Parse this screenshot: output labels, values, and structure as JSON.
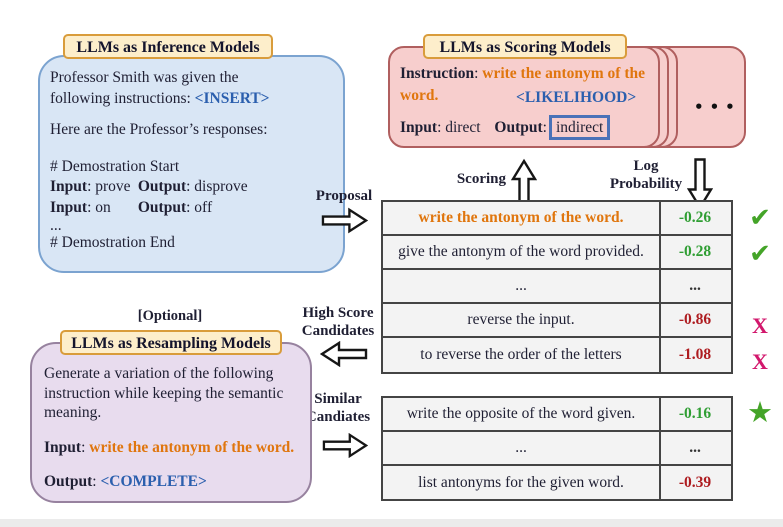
{
  "palette": {
    "accent_orange": "#e0760e",
    "token_blue": "#2b5fae",
    "good_green": "#2f9e33",
    "bad_red": "#ae1c20",
    "cross_crimson": "#d2176c",
    "inference_fill": "#d9e6f5",
    "scoring_fill": "#f7cecd",
    "resampling_fill": "#e8dcee",
    "badge_fill": "#fdeecb"
  },
  "inference": {
    "badge": "LLMs as Inference Models",
    "line1": "Professor Smith was given the",
    "line2_prefix": "following instructions: ",
    "insert_token": "<INSERT>",
    "responses_line": "Here are the Professor’s responses:",
    "demo_start": "# Demostration Start",
    "demo_rows": [
      {
        "k1": "Input",
        "v1": ": prove",
        "k2": "Output",
        "v2": ": disprove"
      },
      {
        "k1": "Input",
        "v1": ": on",
        "k2": "Output",
        "v2": ": off"
      }
    ],
    "ellipsis": "...",
    "demo_end": "# Demostration End"
  },
  "scoring": {
    "badge": "LLMs as Scoring Models",
    "instruction_label": "Instruction",
    "instruction_sep": ": ",
    "instruction_part1": "write the antonym of the",
    "instruction_part2": "word.",
    "likelihood_token": "<LIKELIHOOD>",
    "input_label": "Input",
    "input_value": ": direct",
    "output_label": "Output",
    "output_sep": ":",
    "output_value": "indirect",
    "stack_dots": "•••"
  },
  "flow": {
    "proposal": "Proposal",
    "scoring_label": "Scoring",
    "log_probability_line1": "Log",
    "log_probability_line2": "Probability",
    "high_score_line1": "High Score",
    "high_score_line2": "Candidates",
    "similar_line1": "Similar",
    "similar_line2": "Candiates"
  },
  "score_table": {
    "rows": [
      {
        "text": "write the antonym of the word.",
        "score": "-0.26",
        "mark": "✔"
      },
      {
        "text": "give the antonym of the word provided.",
        "score": "-0.28",
        "mark": "✔"
      },
      {
        "text": "...",
        "score": "...",
        "mark": ""
      },
      {
        "text": "reverse the input.",
        "score": "-0.86",
        "mark": "X"
      },
      {
        "text": "to reverse the order of the letters",
        "score": "-1.08",
        "mark": "X"
      }
    ]
  },
  "resample_table": {
    "rows": [
      {
        "text": "write the opposite of the word given.",
        "score": "-0.16",
        "mark": "★"
      },
      {
        "text": "...",
        "score": "...",
        "mark": ""
      },
      {
        "text": "list antonyms for the given word.",
        "score": "-0.39",
        "mark": ""
      }
    ]
  },
  "resampling": {
    "optional": "[Optional]",
    "badge": "LLMs as Resampling Models",
    "body1": "Generate a variation of the following",
    "body2": "instruction while keeping the semantic",
    "body3": "meaning.",
    "input_label": "Input",
    "input_sep": ": ",
    "input_value": "write the antonym of the word.",
    "output_label": "Output",
    "output_sep": ": ",
    "output_token": "<COMPLETE>"
  }
}
